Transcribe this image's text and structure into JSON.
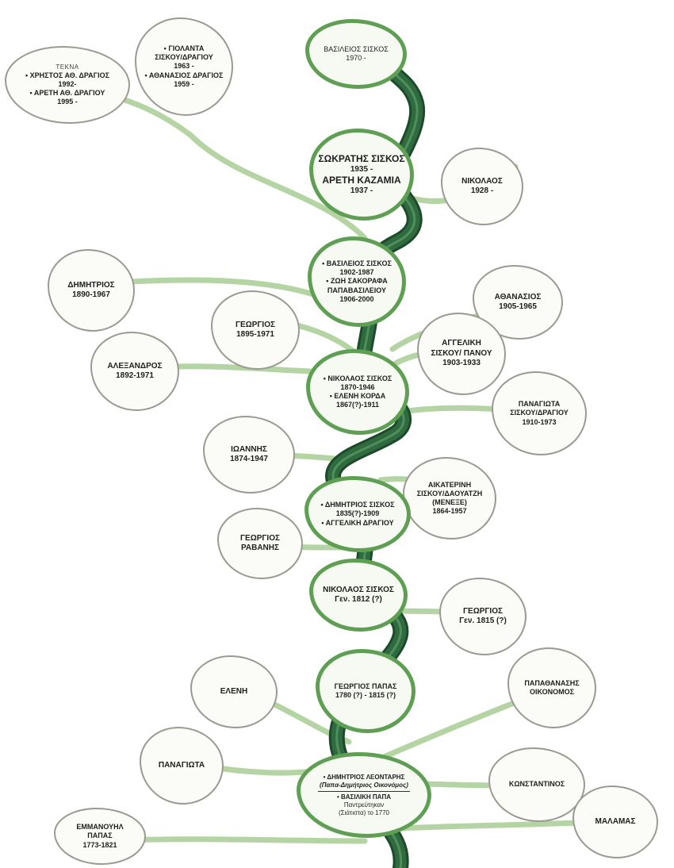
{
  "colors": {
    "trunk": "#2f6b3f",
    "trunk_dark": "#1c4a2a",
    "trunk_highlight": "#4f8f5e",
    "branch": "#b5d4a3",
    "main_leaf_border": "#5f9f54",
    "leaf_border": "#9a9a92"
  },
  "leaves": [
    {
      "id": "vasileios-1970",
      "lines": [
        "ΒΑΣΙΛΕΙΟΣ ΣΙΣΚΟΣ",
        "1970 -"
      ]
    },
    {
      "id": "children",
      "lines": [
        "ΤΕΚΝΑ",
        "• ΧΡΗΣΤΟΣ ΑΘ. ΔΡΑΓΙΟΣ",
        "1992-",
        "• ΑΡΕΤΗ ΑΘ. ΔΡΑΓΙΟΥ",
        "1995 -"
      ]
    },
    {
      "id": "giolanta",
      "lines": [
        "• ΓΙΟΛΑΝΤΑ",
        "ΣΙΣΚΟΥ/ΔΡΑΓΙΟΥ",
        "1963 -",
        "• ΑΘΑΝΑΣΙΟΣ ΔΡΑΓΙΟΣ",
        "1959 -"
      ]
    },
    {
      "id": "sokratis",
      "lines": [
        "ΣΩΚΡΑΤΗΣ ΣΙΣΚΟΣ",
        "1935 -",
        "ΑΡΕΤΗ ΚΑΖΑΜΙΑ",
        "1937 -"
      ]
    },
    {
      "id": "nikolaos-1928",
      "lines": [
        "ΝΙΚΟΛΑΟΣ",
        "1928 -"
      ]
    },
    {
      "id": "vasileios-1902",
      "lines": [
        "• ΒΑΣΙΛΕΙΟΣ ΣΙΣΚΟΣ",
        "1902-1987",
        "• ΖΩΗ ΣΑΚΟΡΑΦΑ",
        "ΠΑΠΑΒΑΣΙΛΕΙΟΥ",
        "1906-2000"
      ]
    },
    {
      "id": "dimitrios-1890",
      "lines": [
        "ΔΗΜΗΤΡΙΟΣ",
        "1890-1967"
      ]
    },
    {
      "id": "georgios-1895",
      "lines": [
        "ΓΕΩΡΓΙΟΣ",
        "1895-1971"
      ]
    },
    {
      "id": "athanasios-1905",
      "lines": [
        "ΑΘΑΝΑΣΙΟΣ",
        "1905-1965"
      ]
    },
    {
      "id": "aggeliki-1903",
      "lines": [
        "ΑΓΓΕΛΙΚΗ",
        "ΣΙΣΚΟΥ/ ΠΑΝΟΥ",
        "1903-1933"
      ]
    },
    {
      "id": "alexandros",
      "lines": [
        "ΑΛΕΞΑΝΔΡΟΣ",
        "1892-1971"
      ]
    },
    {
      "id": "nikolaos-1870",
      "lines": [
        "• ΝΙΚΟΛΑΟΣ ΣΙΣΚΟΣ",
        "1870-1946",
        "• ΕΛΕΝΗ ΚΟΡΔΑ",
        "1867(?)-1911"
      ]
    },
    {
      "id": "panagiota-1910",
      "lines": [
        "ΠΑΝΑΓΙΩΤΑ",
        "ΣΙΣΚΟΥ/ΔΡΑΓΙΟΥ",
        "1910-1973"
      ]
    },
    {
      "id": "ioannis",
      "lines": [
        "ΙΩΑΝΝΗΣ",
        "1874-1947"
      ]
    },
    {
      "id": "aikaterini",
      "lines": [
        "ΑΙΚΑΤΕΡΙΝΗ",
        "ΣΙΣΚΟΥ/ΔΑΟΥΑΤΖΗ",
        "(ΜΕΝΕΞΕ)",
        "1864-1957"
      ]
    },
    {
      "id": "dimitrios-1835",
      "lines": [
        "• ΔΗΜΗΤΡΙΟΣ ΣΙΣΚΟΣ",
        "1835(?)-1909",
        "• ΑΓΓΕΛΙΚΗ ΔΡΑΓΙΟΥ"
      ]
    },
    {
      "id": "georgios-ravanis",
      "lines": [
        "ΓΕΩΡΓΙΟΣ",
        "ΡΑΒΑΝΗΣ"
      ]
    },
    {
      "id": "nikolaos-1812",
      "lines": [
        "ΝΙΚΟΛΑΟΣ ΣΙΣΚΟΣ",
        "Γεν. 1812 (?)"
      ]
    },
    {
      "id": "georgios-1815",
      "lines": [
        "ΓΕΩΡΓΙΟΣ",
        "Γεν. 1815 (?)"
      ]
    },
    {
      "id": "eleni",
      "lines": [
        "ΕΛΕΝΗ"
      ]
    },
    {
      "id": "georgios-papas",
      "lines": [
        "ΓΕΩΡΓΙΟΣ ΠΑΠΑΣ",
        "1780 (?) - 1815 (?)"
      ]
    },
    {
      "id": "papathanasis",
      "lines": [
        "ΠΑΠΑΘΑΝΑΣΗΣ",
        "ΟΙΚΟΝΟΜΟΣ"
      ]
    },
    {
      "id": "panagiota",
      "lines": [
        "ΠΑΝΑΓΙΩΤΑ"
      ]
    },
    {
      "id": "dimitrios-leontaris",
      "lines": [
        "• ΔΗΜΗΤΡΙΟΣ ΛΕΟΝΤΑΡΗΣ",
        "(Παπα-Δημήτριος Οικονόμος)",
        "• ΒΑΣΙΛΙΚΗ ΠΑΠΑ",
        "Παντρεύτηκαν",
        "(Σιάτιστα) το 1770"
      ]
    },
    {
      "id": "konstantinos",
      "lines": [
        "ΚΩΝΣΤΑΝΤΙΝΟΣ"
      ]
    },
    {
      "id": "emmanouil",
      "lines": [
        "ΕΜΜΑΝΟΥΗΛ",
        "ΠΑΠΑΣ",
        "1773-1821"
      ]
    },
    {
      "id": "malamas",
      "lines": [
        "ΜΑΛΑΜΑΣ"
      ]
    }
  ]
}
